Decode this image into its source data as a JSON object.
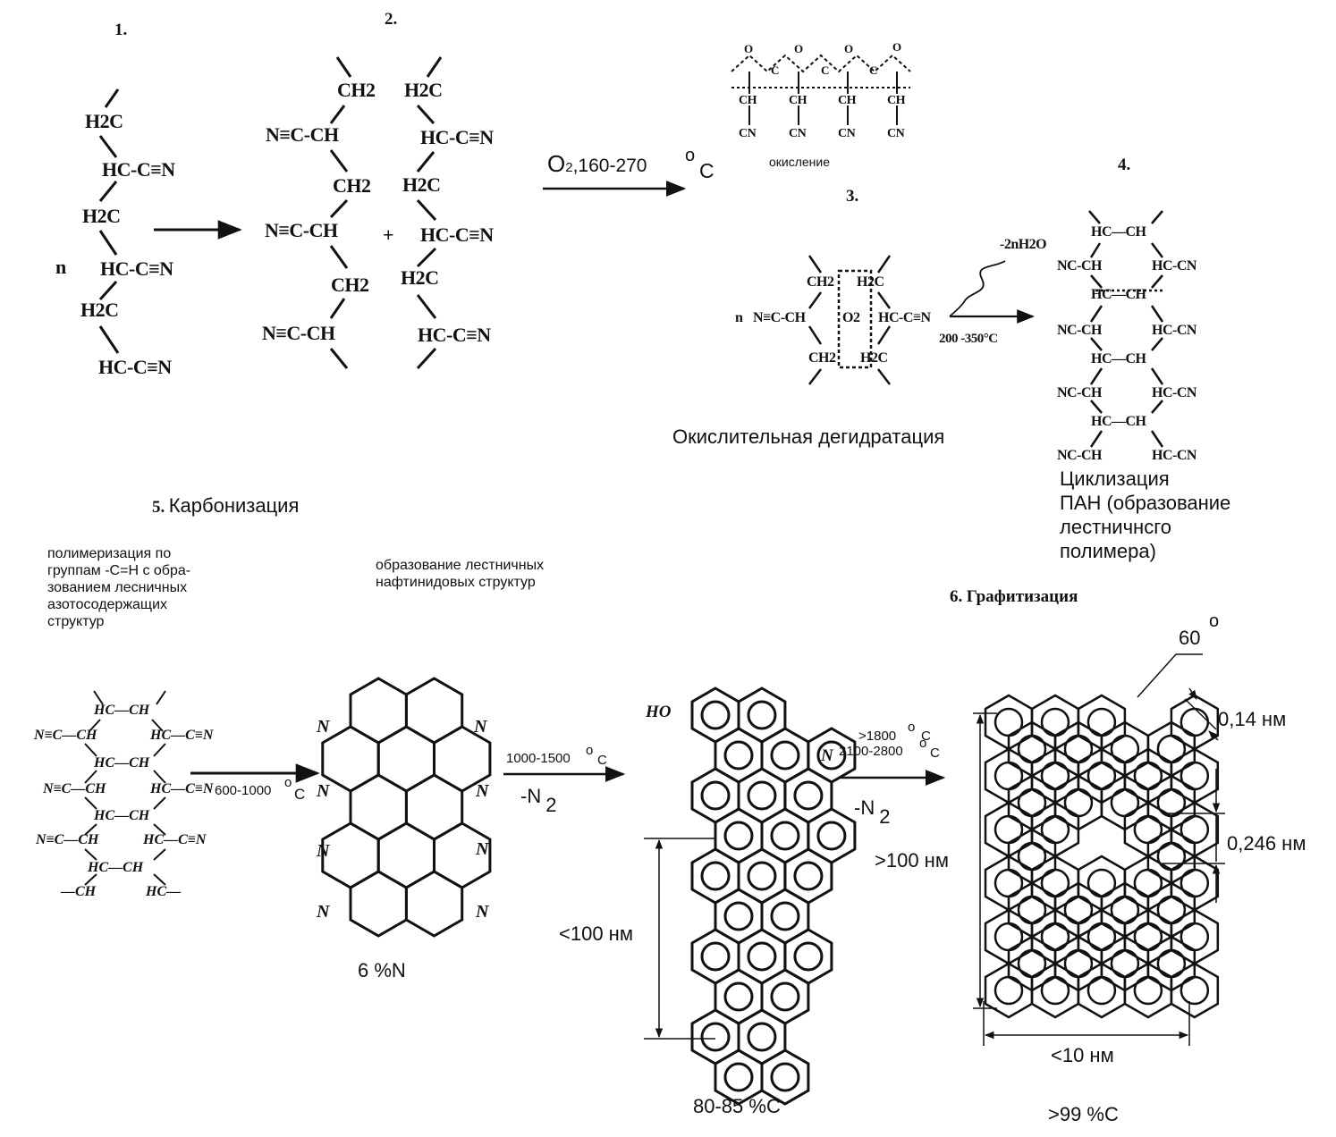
{
  "steps": {
    "n1": "1.",
    "n2": "2.",
    "n3": "3.",
    "n4": "4.",
    "n5": "5.",
    "n6": "6."
  },
  "monomer": {
    "n": "n",
    "groups": [
      "H2C",
      "HC-C≡N",
      "H2C",
      "HC-C≡N",
      "H2C",
      "HC-C≡N"
    ]
  },
  "polymer": {
    "left": [
      "CH2",
      "N≡C-CH",
      "CH2",
      "N≡C-CH",
      "CH2",
      "N≡C-CH"
    ],
    "plus": "+",
    "right": [
      "H2C",
      "HC-C≡N",
      "H2C",
      "HC-C≡N",
      "H2C",
      "HC-C≡N"
    ]
  },
  "oxidation": {
    "cond_main": "O",
    "cond_sub": "2",
    "cond_temp": ",160-270",
    "cond_deg": "o",
    "cond_unit": "C",
    "label": "окисление",
    "atoms_top": [
      "O",
      "C",
      "O",
      "C",
      "O",
      "C",
      "O"
    ],
    "atoms_ch": [
      "CH",
      "CH",
      "CH",
      "CH"
    ],
    "atoms_cn": [
      "CN",
      "CN",
      "CN",
      "CN"
    ]
  },
  "dehydration": {
    "n": "n",
    "left": "N≡C-CH",
    "center": "O2",
    "right": "HC-C≡N",
    "top_l": "CH2",
    "top_r": "H2C",
    "bot_l": "CH2",
    "bot_r": "H2C",
    "water": "-2nH2O",
    "temp": "200 -350°C",
    "label": "Окислительная дегидратация"
  },
  "ladder": {
    "hc_ch": "HC—CH",
    "nc_ch": "NC-CH",
    "hc_cn": "HC-CN",
    "label": "Циклизация\nПАН (образование\nлестничнсго\nполимера)"
  },
  "carbonization": {
    "title": "Карбонизация",
    "note_left": "полимеризация по\nгруппам -C=H с обра-\nзованием лесничных\nазотосодержащих\nструктур",
    "note_right": "образование лестничных\nнафтинидовых структур",
    "cond1": "600-1000",
    "cond1_deg": "o",
    "cond1_unit": "C",
    "cond2": "1000-1500",
    "cond2_deg": "o",
    "cond2_unit": "C",
    "cond2_gas": "-N",
    "cond2_gas_sub": "2",
    "n_content": "6 %N",
    "c_content": "80-85 %C",
    "size": "<100 нм",
    "ho": "HO",
    "nitrogen": "N"
  },
  "graphitization": {
    "title": "Графитизация",
    "cond_a": ">1800",
    "cond_b": "2100-2800",
    "cond_deg": "o",
    "cond_unit": "C",
    "gas": "-N",
    "gas_sub": "2",
    "angle": "60",
    "angle_deg": "o",
    "bond": "0,14 нм",
    "spacing": "0,246 нм",
    "height": ">100 нм",
    "width": "<10 нм",
    "c_content": ">99 %C"
  }
}
